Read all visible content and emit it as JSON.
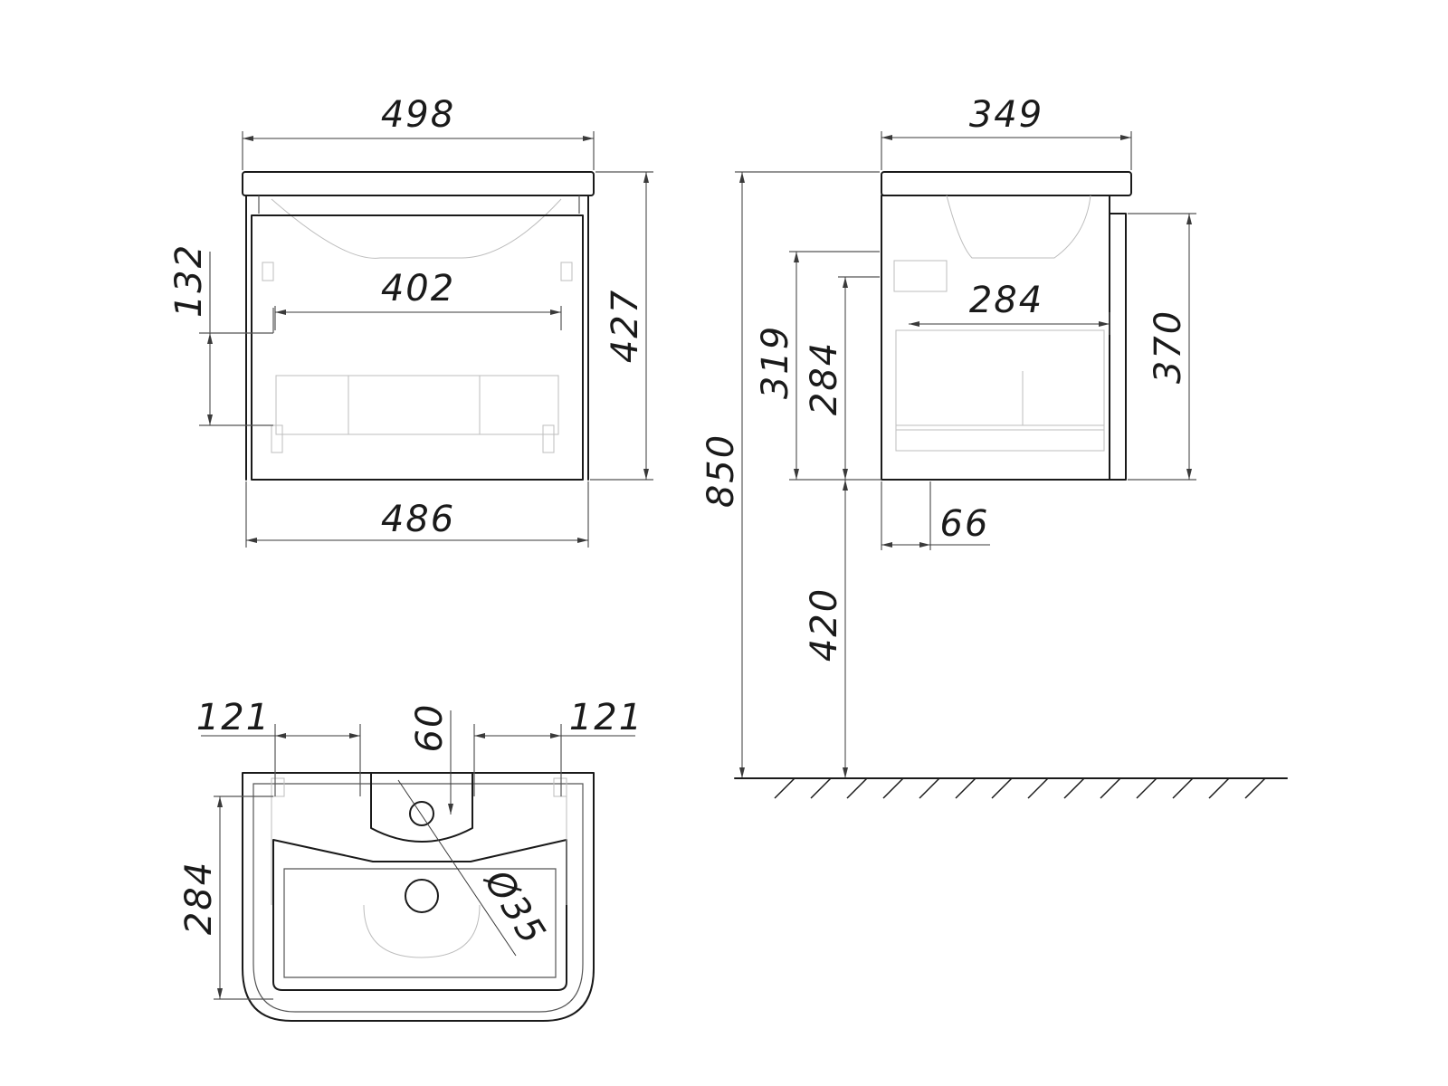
{
  "dimensions": {
    "front_width_top": "498",
    "front_width_inner": "402",
    "front_width_bottom": "486",
    "front_height_total": "427",
    "front_drawer_offset": "132",
    "side_depth_top": "349",
    "side_depth_inner": "284",
    "side_height_drawer": "370",
    "side_offset_319": "319",
    "side_offset_284": "284",
    "side_bottom_66": "66",
    "total_height": "850",
    "floor_height": "420",
    "top_left_121": "121",
    "top_center_60": "60",
    "top_right_121": "121",
    "top_depth_284": "284",
    "drain_diameter": "Ø35"
  }
}
